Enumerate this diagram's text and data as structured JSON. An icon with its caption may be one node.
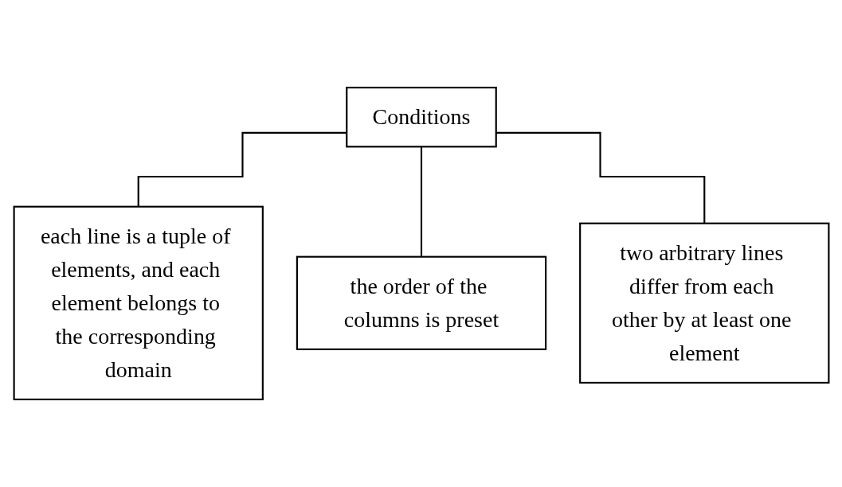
{
  "diagram": {
    "nodes": [
      {
        "text": [
          "Conditions"
        ]
      },
      {
        "text": [
          "each line is a tuple of elements, and each element belongs to the corresponding domain"
        ]
      },
      {
        "text": [
          "the order of the columns is preset"
        ]
      },
      {
        "text": [
          "two arbitrary lines differ from each other by at least one element"
        ]
      }
    ],
    "edges": [
      {
        "from": 0,
        "to": 1,
        "arrow": "none"
      },
      {
        "from": 0,
        "to": 2,
        "arrow": "none"
      },
      {
        "from": 0,
        "to": 3,
        "arrow": "none"
      }
    ]
  }
}
